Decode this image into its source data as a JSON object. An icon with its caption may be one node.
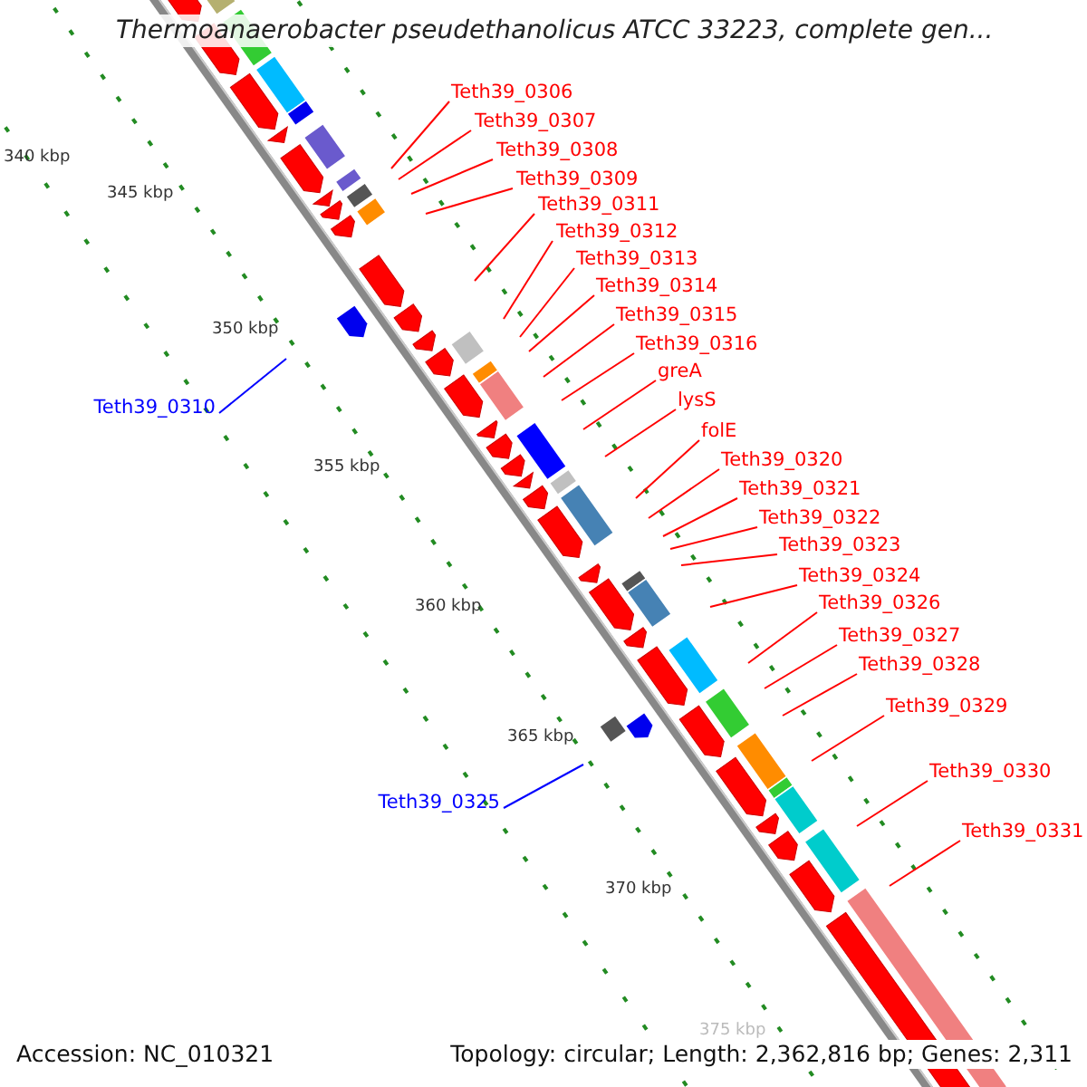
{
  "diagram": {
    "title": "Thermoanaerobacter pseudethanolicus ATCC 33223, complete gen...",
    "nodes": [
      {
        "text": [
          "Teth39_0306"
        ]
      },
      {
        "text": [
          "Teth39_0307"
        ]
      },
      {
        "text": [
          "Teth39_0308"
        ]
      },
      {
        "text": [
          "Teth39_0309"
        ]
      },
      {
        "text": [
          "Teth39_0311"
        ]
      },
      {
        "text": [
          "Teth39_0312"
        ]
      },
      {
        "text": [
          "Teth39_0313"
        ]
      },
      {
        "text": [
          "Teth39_0314"
        ]
      },
      {
        "text": [
          "Teth39_0315"
        ]
      },
      {
        "text": [
          "Teth39_0316"
        ]
      },
      {
        "text": [
          "greA"
        ]
      },
      {
        "text": [
          "lysS"
        ]
      },
      {
        "text": [
          "Teth39_0310"
        ]
      },
      {
        "text": [
          "folE"
        ]
      },
      {
        "text": [
          "Teth39_0320"
        ]
      },
      {
        "text": [
          "Teth39_0321"
        ]
      },
      {
        "text": [
          "Teth39_0322"
        ]
      },
      {
        "text": [
          "Teth39_0323"
        ]
      },
      {
        "text": [
          "Teth39_0324"
        ]
      },
      {
        "text": [
          "Teth39_0326"
        ]
      },
      {
        "text": [
          "Teth39_0327"
        ]
      },
      {
        "text": [
          "Teth39_0328"
        ]
      },
      {
        "text": [
          "Teth39_0329"
        ]
      },
      {
        "text": [
          "Teth39_0330"
        ]
      },
      {
        "text": [
          "Teth39_0325"
        ]
      },
      {
        "text": [
          "Teth39_0331"
        ]
      }
    ],
    "edges": [
      {
        "from": 0,
        "to": null,
        "arrow": "none"
      },
      {
        "from": 1,
        "to": null,
        "arrow": "none"
      },
      {
        "from": 2,
        "to": null,
        "arrow": "none"
      },
      {
        "from": 3,
        "to": null,
        "arrow": "none"
      },
      {
        "from": 4,
        "to": null,
        "arrow": "none"
      },
      {
        "from": 5,
        "to": null,
        "arrow": "none"
      },
      {
        "from": 6,
        "to": null,
        "arrow": "none"
      },
      {
        "from": 7,
        "to": null,
        "arrow": "none"
      },
      {
        "from": 8,
        "to": null,
        "arrow": "none"
      },
      {
        "from": 9,
        "to": null,
        "arrow": "none"
      },
      {
        "from": 10,
        "to": null,
        "arrow": "none"
      },
      {
        "from": 11,
        "to": null,
        "arrow": "none"
      },
      {
        "from": 12,
        "to": null,
        "arrow": "none",
        "color": "#0000ff"
      },
      {
        "from": 13,
        "to": null,
        "arrow": "none"
      },
      {
        "from": 14,
        "to": null,
        "arrow": "none"
      },
      {
        "from": 15,
        "to": null,
        "arrow": "none"
      },
      {
        "from": 16,
        "to": null,
        "arrow": "none"
      },
      {
        "from": 17,
        "to": null,
        "arrow": "none"
      },
      {
        "from": 18,
        "to": null,
        "arrow": "none"
      },
      {
        "from": 19,
        "to": null,
        "arrow": "none"
      },
      {
        "from": 20,
        "to": null,
        "arrow": "none"
      },
      {
        "from": 21,
        "to": null,
        "arrow": "none"
      },
      {
        "from": 22,
        "to": null,
        "arrow": "none"
      },
      {
        "from": 23,
        "to": null,
        "arrow": "none"
      },
      {
        "from": 24,
        "to": null,
        "arrow": "none",
        "color": "#0000ff"
      },
      {
        "from": 25,
        "to": null,
        "arrow": "none"
      }
    ],
    "labels": [
      "340 kbp",
      "345 kbp",
      "350 kbp",
      "355 kbp",
      "360 kbp",
      "365 kbp",
      "370 kbp",
      "375 kbp",
      "Accession: NC_010321",
      "Topology: circular; Length: 2,362,816 bp; Genes: 2,311"
    ]
  }
}
